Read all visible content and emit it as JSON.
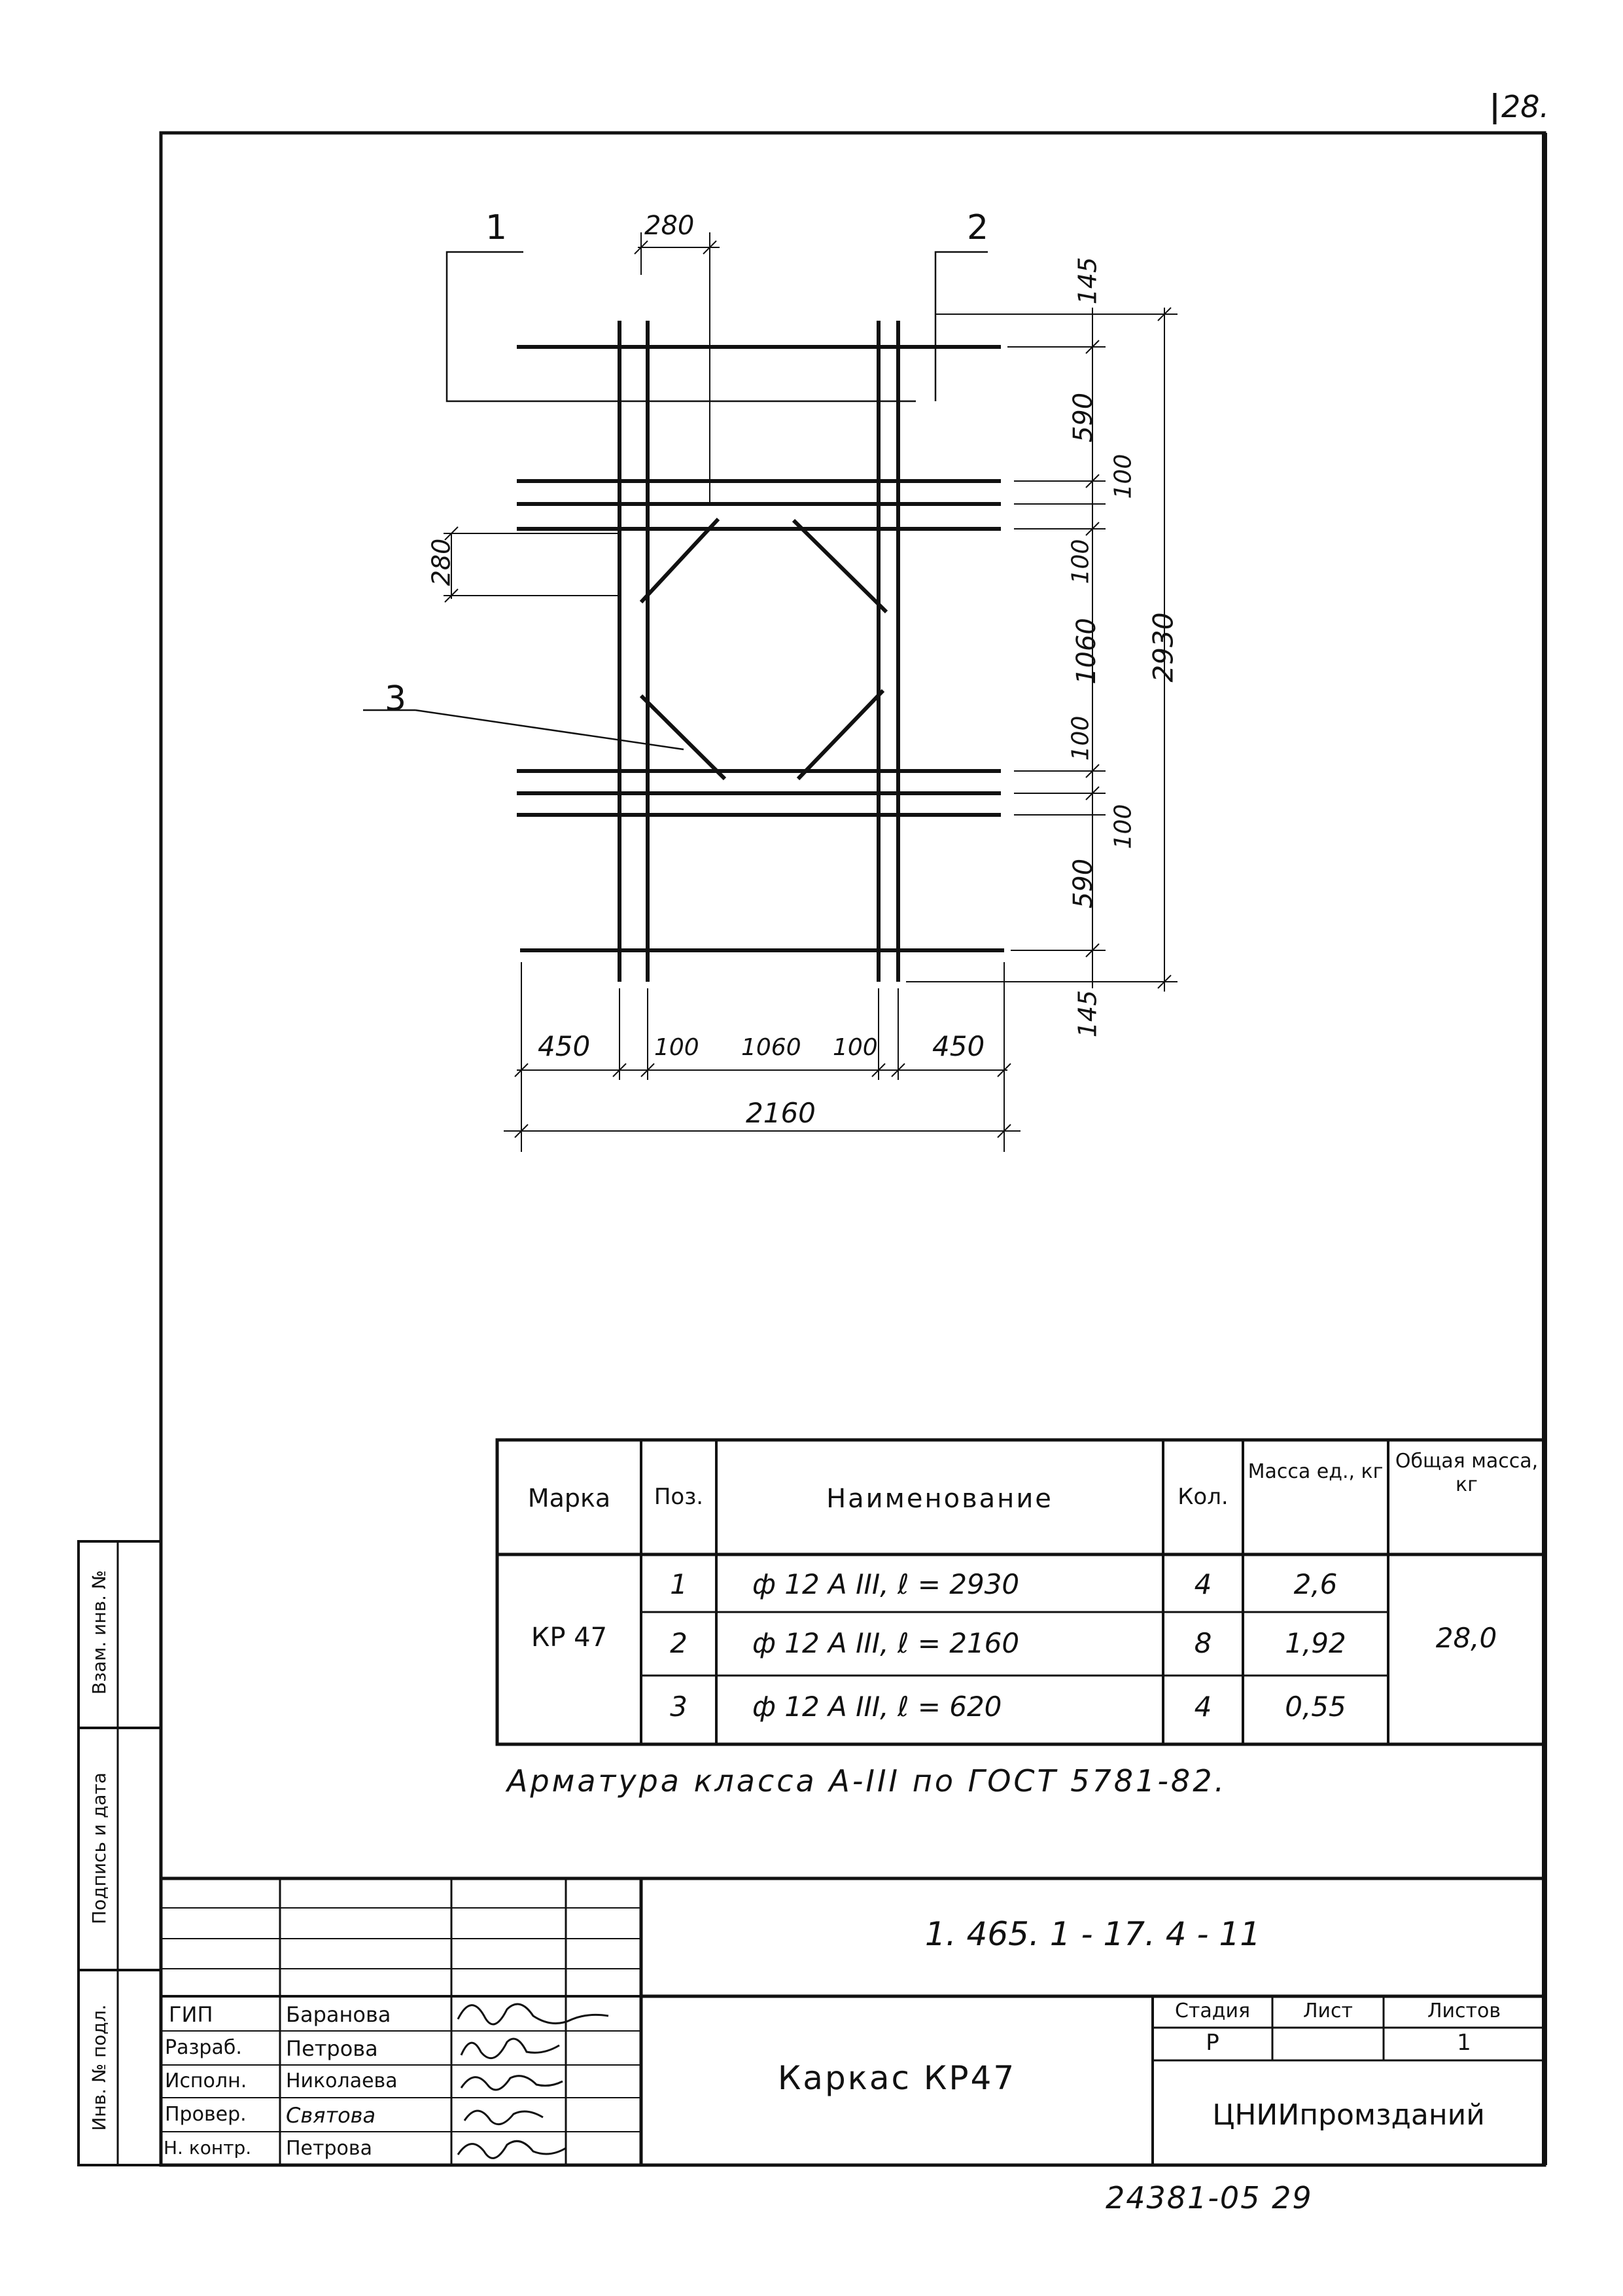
{
  "page_number": "28.",
  "drawing": {
    "callouts": {
      "p1": "1",
      "p2": "2",
      "p3": "3"
    },
    "dims": {
      "top_280": "280",
      "left_280": "280",
      "r_145_top": "145",
      "r_590_top": "590",
      "r_100_a": "100",
      "r_100_b": "100",
      "r_1060": "1060",
      "r_100_c": "100",
      "r_100_d": "100",
      "r_590_bot": "590",
      "r_145_bot": "145",
      "r_2930": "2930",
      "b_450_l": "450",
      "b_100_l": "100",
      "b_1060": "1060",
      "b_100_r": "100",
      "b_450_r": "450",
      "b_2160": "2160"
    }
  },
  "spec_table": {
    "headers": {
      "mark": "Марка",
      "pos": "Поз.",
      "name": "Наименование",
      "qty": "Кол.",
      "unit_mass": "Масса ед., кг",
      "total_mass": "Общая масса, кг"
    },
    "mark": "КР 47",
    "total": "28,0",
    "rows": [
      {
        "pos": "1",
        "name": "ф 12 А III,  ℓ = 2930",
        "qty": "4",
        "mass": "2,6"
      },
      {
        "pos": "2",
        "name": "ф 12 А III,  ℓ = 2160",
        "qty": "8",
        "mass": "1,92"
      },
      {
        "pos": "3",
        "name": "ф 12 А III,  ℓ = 620",
        "qty": "4",
        "mass": "0,55"
      }
    ]
  },
  "note": "Арматура  класса  А-III  по ГОСТ 5781-82.",
  "side_stamp": {
    "c1": "Взам. инв. №",
    "c2": "Подпись и дата",
    "c3": "Инв. № подл."
  },
  "title_block": {
    "doc_code": "1. 465. 1 - 17. 4 - 11",
    "title": "Каркас КР47",
    "stage_label": "Стадия",
    "sheet_label": "Лист",
    "sheets_label": "Листов",
    "stage": "Р",
    "sheet": "",
    "sheets": "1",
    "org": "ЦНИИпромзданий",
    "roles": [
      {
        "role": "ГИП",
        "name": "Баранова"
      },
      {
        "role": "Разраб.",
        "name": "Петрова"
      },
      {
        "role": "Исполн.",
        "name": "Николаева"
      },
      {
        "role": "Провер.",
        "name": "Святова"
      },
      {
        "role": "Н. контр.",
        "name": "Петрова"
      }
    ]
  },
  "footer_code": "24381-05  29"
}
